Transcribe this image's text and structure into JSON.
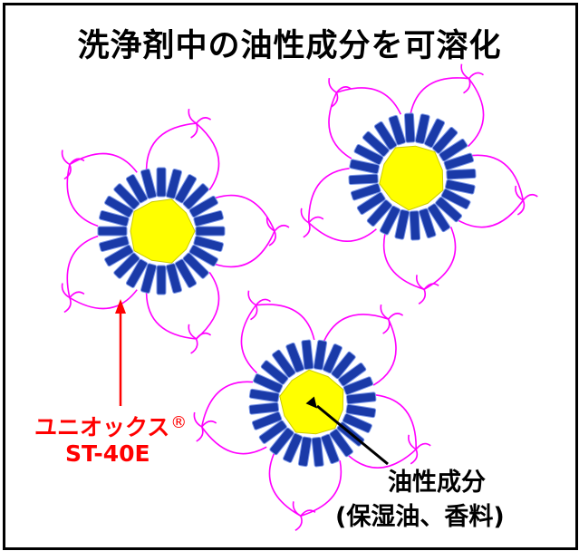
{
  "title": "洗浄剤中の油性成分を可溶化",
  "surfactant": {
    "name": "ユニオックス",
    "mark": "®",
    "code": "ST-40E"
  },
  "oil": {
    "name": "油性成分",
    "examples": "(保湿油、香料)"
  },
  "colors": {
    "core": "#ffff00",
    "core_outline": "#cccc00",
    "head": "#1a3aa8",
    "head_highlight": "#7a96e8",
    "tail": "#ff00ff",
    "label_red": "#ff0000",
    "arrow_black": "#000000",
    "frame": "#000000"
  }
}
